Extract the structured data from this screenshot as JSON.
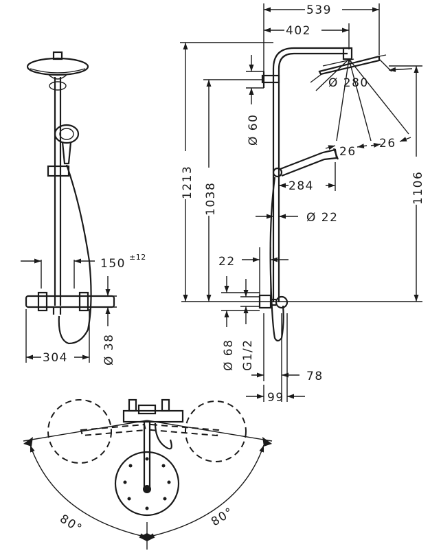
{
  "front_view": {
    "dim_width": "304",
    "dim_spacing": "150",
    "dim_spacing_tol": "±12",
    "dim_mixer_dia": "Ø 38"
  },
  "side_view": {
    "dim_total_reach": "539",
    "dim_arm_reach": "402",
    "dim_head_dia": "Ø 280",
    "dim_height_total": "1213",
    "dim_height_bracket": "1038",
    "dim_height_head": "1106",
    "dim_bracket_dia": "Ø 60",
    "dim_angle_a": "26",
    "dim_angle_b": "26",
    "dim_hand_reach": "284",
    "dim_pipe_dia": "Ø 22",
    "dim_pipe_offset": "22",
    "dim_wall_dia": "Ø 68",
    "dim_thread": "G1/2",
    "dim_mixer_depth": "78",
    "dim_wall_distance": "99"
  },
  "top_view": {
    "angle_left": "80°",
    "angle_right": "80°"
  }
}
